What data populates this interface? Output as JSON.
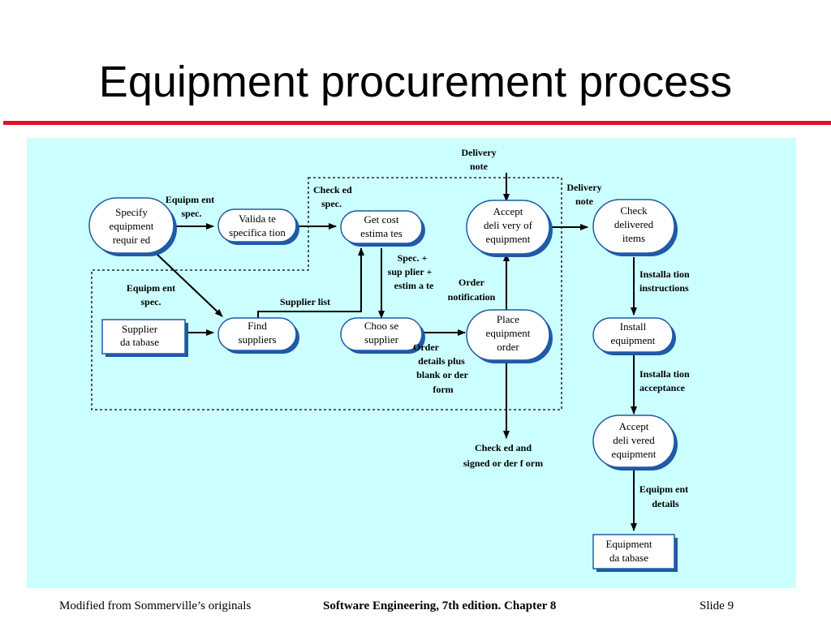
{
  "title": "Equipment procurement process",
  "colors": {
    "accent_rule": "#e3102a",
    "panel": "#ccffff",
    "node_fill": "#ffffff",
    "node_shadow": "#1f5aa6"
  },
  "nodes": {
    "specify": [
      "Specify",
      "equipment",
      "requir ed"
    ],
    "validate": [
      "Valida te",
      "specifica tion"
    ],
    "get_cost": [
      "Get cost",
      "estima tes"
    ],
    "accept_delivery": [
      "Accept",
      "deli very of",
      "equipment"
    ],
    "check_items": [
      "Check",
      "delivered",
      "items"
    ],
    "find_suppliers": [
      "Find",
      "suppliers"
    ],
    "choose_supplier": [
      "Choo se",
      "supplier"
    ],
    "place_order": [
      "Place",
      "equipment",
      "order"
    ],
    "install": [
      "Install",
      "equipment"
    ],
    "accept_equipment": [
      "Accept",
      "deli vered",
      "equipment"
    ],
    "supplier_db": [
      "Supplier",
      "da tabase"
    ],
    "equipment_db": [
      "Equipment",
      "da tabase"
    ]
  },
  "labels": {
    "equipment_spec_1": [
      "Equipm ent",
      "spec."
    ],
    "equipment_spec_2": [
      "Equipm ent",
      "spec."
    ],
    "checked_spec": [
      "Check ed",
      "spec."
    ],
    "delivery_note_top": [
      "Delivery",
      "note"
    ],
    "delivery_note_right": [
      "Delivery",
      "note"
    ],
    "spec_supplier_estimate": [
      "Spec. +",
      "sup plier +",
      "estim a te"
    ],
    "supplier_list": [
      "Supplier list"
    ],
    "order_notification": [
      "Order",
      "notification"
    ],
    "order_details": [
      "Order",
      "details plus",
      "blank or der",
      "form"
    ],
    "checked_signed": [
      "Check ed and",
      "signed or der f orm"
    ],
    "installation_instructions": [
      "Installa tion",
      "instructions"
    ],
    "installation_acceptance": [
      "Installa tion",
      "acceptance"
    ],
    "equipment_details": [
      "Equipm ent",
      "details"
    ]
  },
  "footer": {
    "left": "Modified from Sommerville’s originals",
    "center": "Software Engineering, 7th edition. Chapter 8",
    "right": "Slide  9"
  }
}
